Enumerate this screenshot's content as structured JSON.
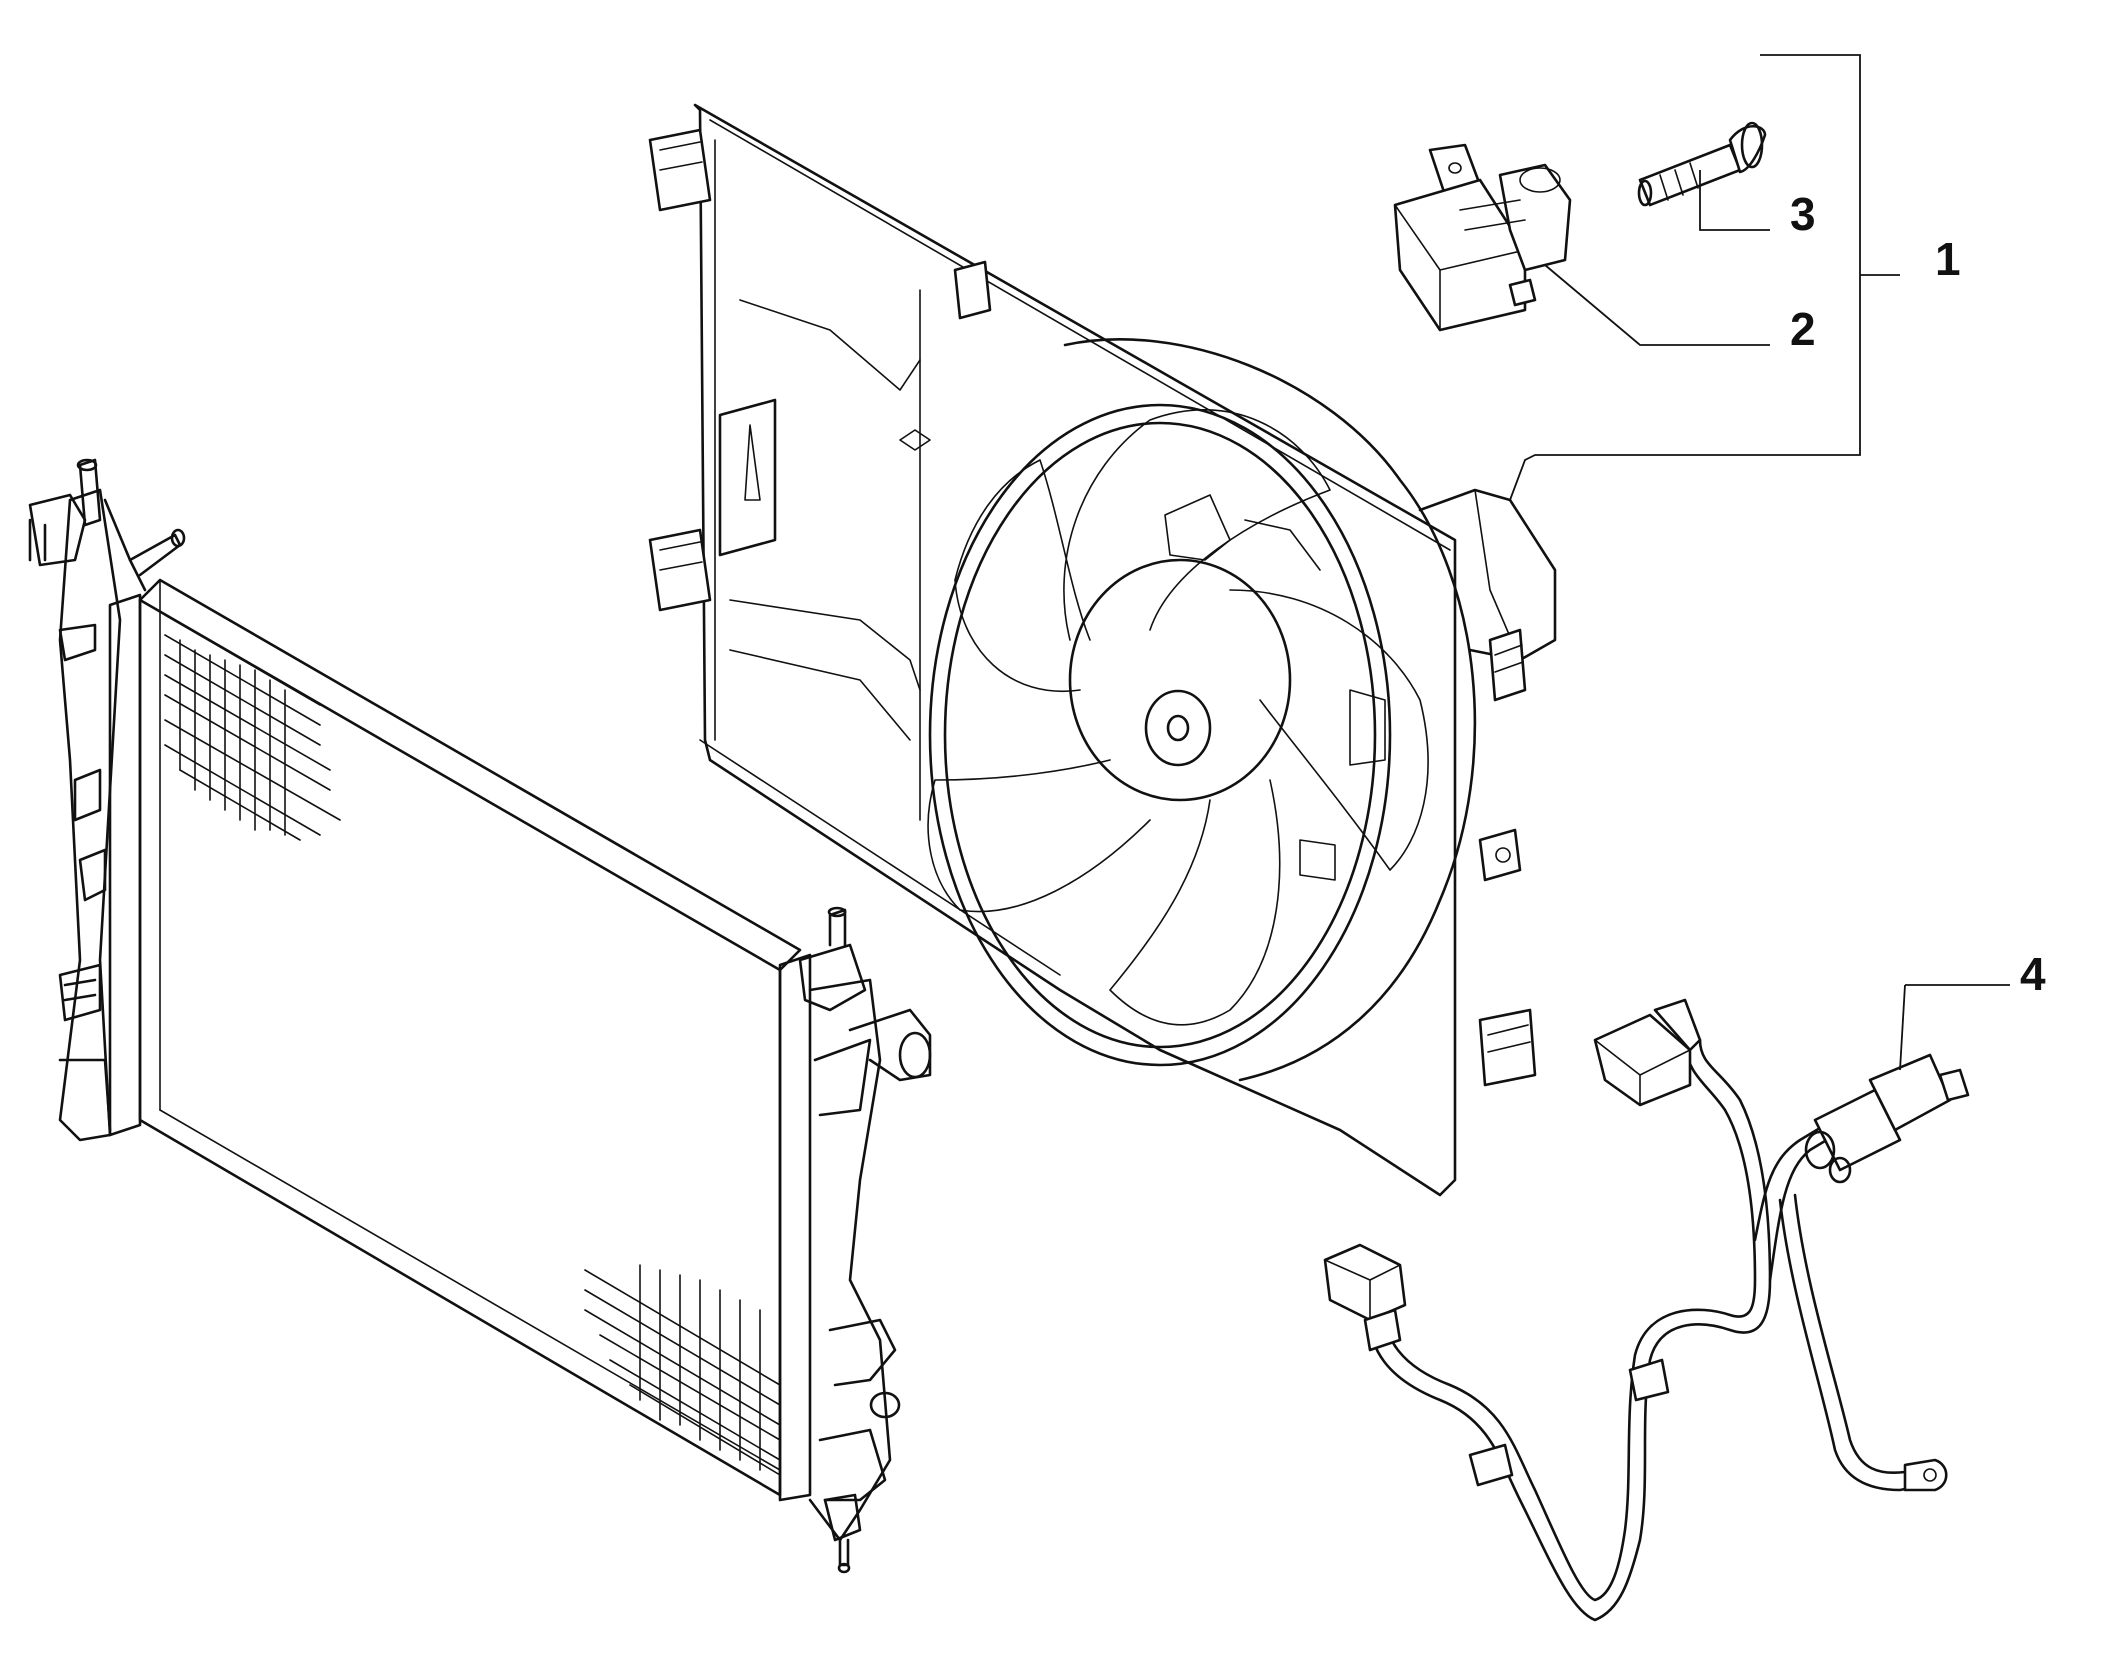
{
  "callouts": [
    "1",
    "2",
    "3",
    "4"
  ]
}
